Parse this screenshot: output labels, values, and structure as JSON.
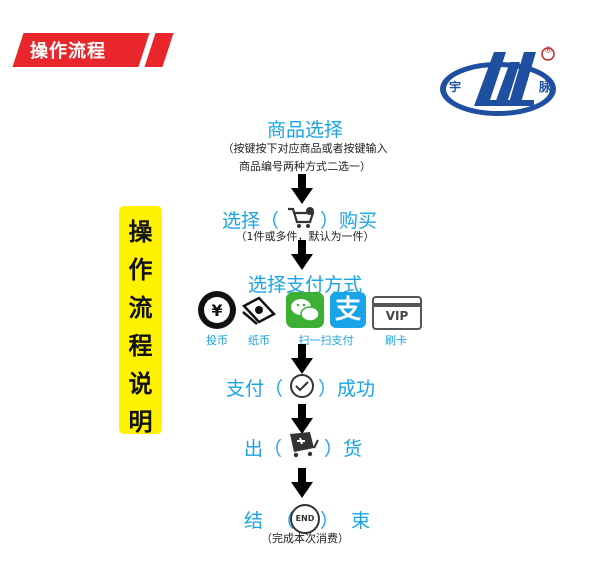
{
  "header": {
    "title": "操作流程"
  },
  "logo": {
    "left_char": "宇",
    "right_char": "脉",
    "registered": "®"
  },
  "side_label": [
    "操",
    "作",
    "流",
    "程",
    "说",
    "明"
  ],
  "steps": {
    "select_product": {
      "title": "商品选择",
      "note_line1": "（按键按下对应商品或者按键输入",
      "note_line2": "商品编号两种方式二选一）"
    },
    "select_buy": {
      "left": "选择（",
      "right": "）购买",
      "note": "（1件或多件，默认为一件）"
    },
    "pay_method": {
      "title": "选择支付方式",
      "methods": [
        {
          "label": "投币",
          "icon": "coin-icon"
        },
        {
          "label": "纸币",
          "icon": "banknote-icon"
        },
        {
          "label": "扫一扫支付",
          "icon": "wechat-icon"
        },
        {
          "label": "",
          "icon": "alipay-icon"
        },
        {
          "label": "刷卡",
          "icon": "vip-card-icon"
        }
      ],
      "vip_text": "VIP",
      "alipay_glyph": "支"
    },
    "pay_success": {
      "left": "支付（",
      "right": "）成功"
    },
    "dispense": {
      "left": "出（",
      "right": "）货"
    },
    "finish": {
      "left": "结  （",
      "right": "）  束",
      "end_text": "END",
      "note": "（完成本次消费）"
    }
  },
  "colors": {
    "accent": "#1aa4e8",
    "banner": "#e8262b",
    "side_bg": "#fff200",
    "wechat": "#3cb034",
    "alipay": "#1aa4e8",
    "logo_blue": "#1e4fa0"
  }
}
